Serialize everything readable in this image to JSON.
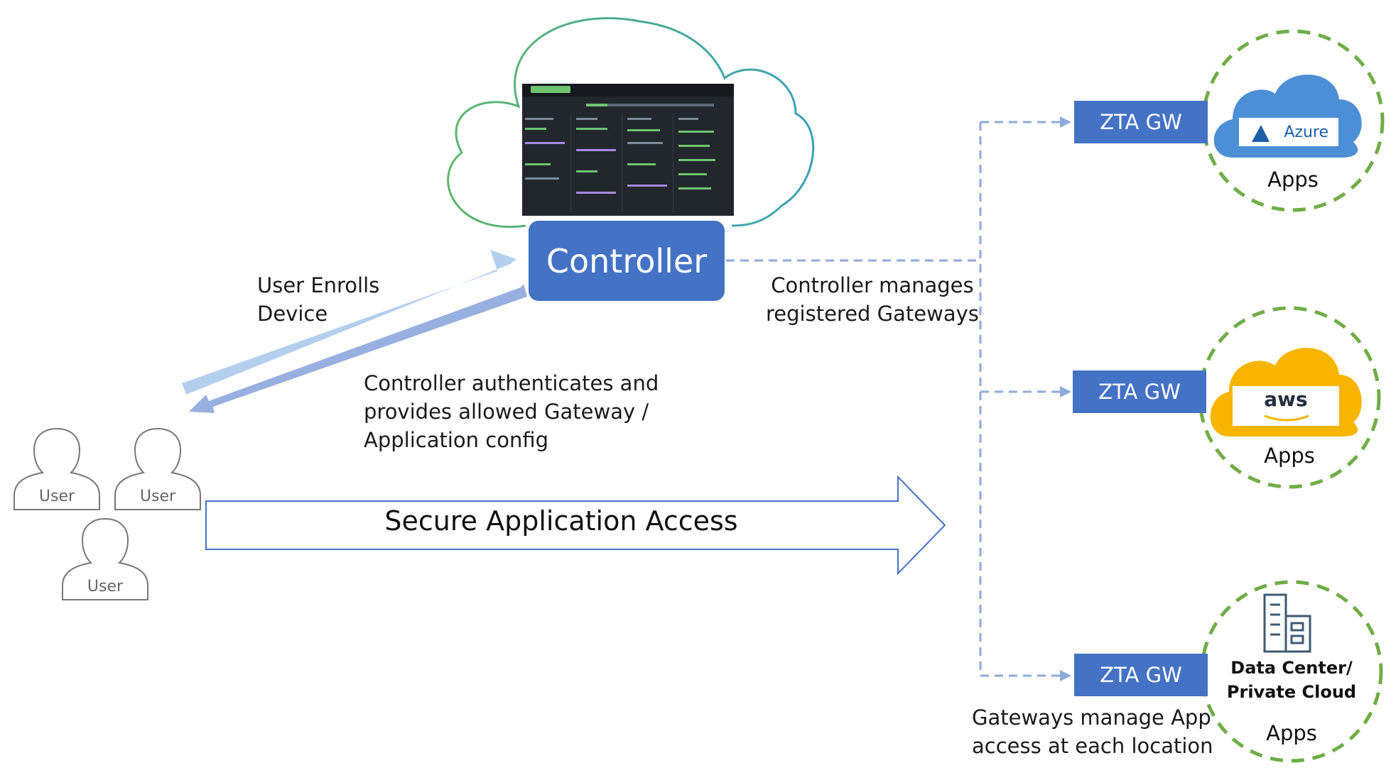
{
  "controller": {
    "label": "Controller"
  },
  "flows": {
    "enroll": "User Enrolls\nDevice",
    "authenticate": "Controller authenticates and\nprovides allowed Gateway /\nApplication config",
    "secure_access": "Secure Application Access",
    "manage_gateways": "Controller manages\nregistered Gateways",
    "gateways_manage": "Gateways manage App\naccess at each location"
  },
  "users": [
    "User",
    "User",
    "User"
  ],
  "gateways": [
    {
      "label": "ZTA GW",
      "provider": "Azure",
      "apps": "Apps"
    },
    {
      "label": "ZTA GW",
      "provider": "aws",
      "apps": "Apps"
    },
    {
      "label": "ZTA GW",
      "provider": "Data Center/\nPrivate Cloud",
      "apps": "Apps"
    }
  ],
  "colors": {
    "accent_blue": "#4472c4",
    "light_arrow": "#b4cfee",
    "dark_arrow": "#98b0df",
    "dashed_line": "#8eaadb",
    "green_dash": "#70ad47",
    "cloud_outline": "#5cb76a",
    "azure_cloud": "#4d8fd6",
    "aws_cloud": "#f7b500"
  }
}
